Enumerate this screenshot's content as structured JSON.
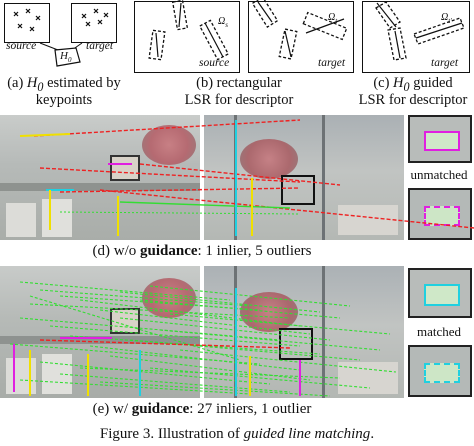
{
  "panel_a": {
    "source_label": "source",
    "target_label": "target",
    "h0_label": "H",
    "h0_sub": "0",
    "caption_line1_prefix": "(a) ",
    "caption_line1_h": "H",
    "caption_line1_sub": "0",
    "caption_line1_suffix": " estimated by",
    "caption_line2": "keypoints"
  },
  "panel_b": {
    "omega_label": "Ω",
    "omega_sub": "s",
    "source_label": "source",
    "caption_line1": "(b) rectangular",
    "caption_line2": "LSR for descriptor"
  },
  "panel_c": {
    "omega_label": "Ω",
    "omega_sub": "t",
    "omega_prime_label": "Ω",
    "omega_prime_sub": "t",
    "target_label": "target",
    "target_label_b": "target",
    "caption_line1_prefix": "(c) ",
    "caption_line1_h": "H",
    "caption_line1_sub": "0",
    "caption_line1_suffix": " guided",
    "caption_line2": "LSR for descriptor"
  },
  "row_d": {
    "caption_prefix": "(d) w/o ",
    "caption_bold": "guidance",
    "caption_suffix": ": 1 inlier, 5 outliers",
    "side_label": "unmatched"
  },
  "row_e": {
    "caption_prefix": "(e) w/ ",
    "caption_bold": "guidance",
    "caption_suffix": ": 27 inliers, 1 outlier",
    "side_label": "matched"
  },
  "figure_caption": {
    "prefix": "Figure 3. Illustration of ",
    "italic": "guided line matching",
    "suffix": "."
  },
  "colors": {
    "inlier": "#33dd33",
    "outlier": "#ee2222",
    "yellow": "#f0e000",
    "magenta": "#e020e0",
    "cyan": "#20d0e0"
  }
}
